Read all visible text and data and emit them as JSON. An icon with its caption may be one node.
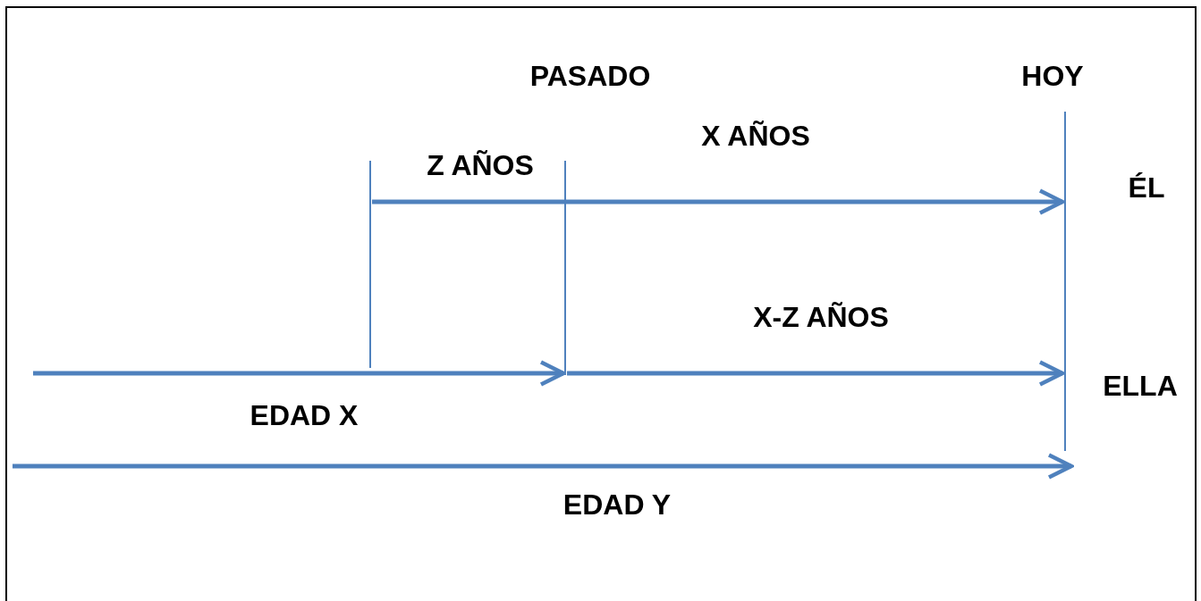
{
  "diagram": {
    "labels": [
      "PASADO",
      "HOY",
      "X AÑOS",
      "Z AÑOS",
      "ÉL",
      "X-Z AÑOS",
      "ELLA",
      "EDAD X",
      "EDAD Y"
    ]
  }
}
